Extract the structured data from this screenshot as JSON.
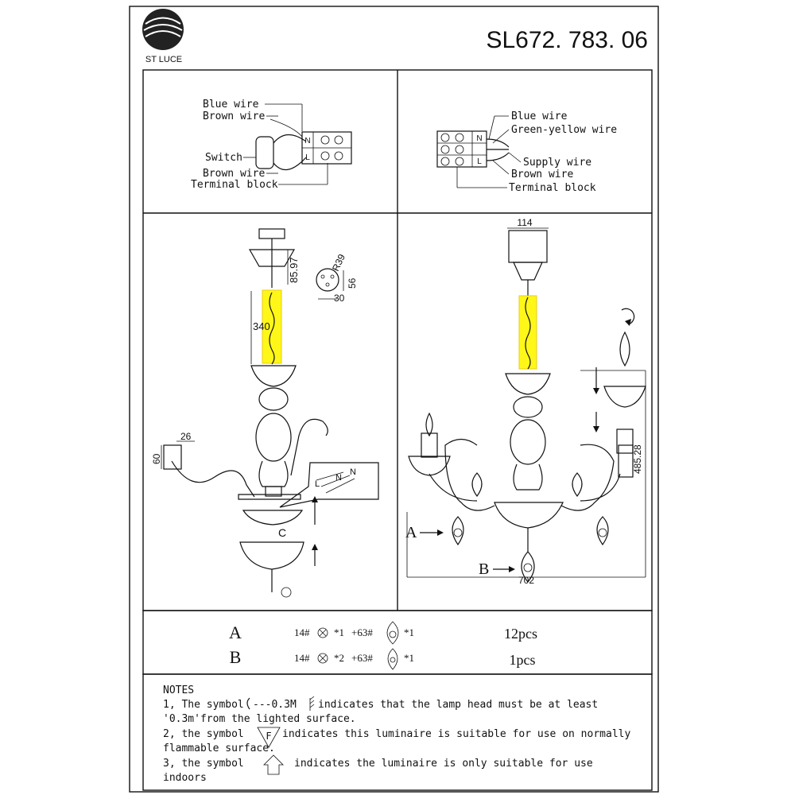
{
  "header": {
    "brand": "ST LUCE",
    "model": "SL672. 783. 06"
  },
  "wiring_left": {
    "labels": [
      "Blue wire",
      "Brown wire",
      "Switch",
      "Brown wire",
      "Terminal block"
    ],
    "block_top": "N",
    "block_bottom": "L"
  },
  "wiring_right": {
    "labels": [
      "Blue wire",
      "Green-yellow wire",
      "Supply wire",
      "Brown wire",
      "Terminal block"
    ],
    "block_top": "N",
    "block_bottom": "L"
  },
  "left_drawing": {
    "dims": [
      "85.97",
      "R39",
      "56",
      "30",
      "340",
      "26",
      "60"
    ],
    "wire_labels": [
      "L",
      "N",
      "N"
    ]
  },
  "right_drawing": {
    "dims": [
      "114",
      "485.28",
      "702"
    ],
    "markers": [
      "A",
      "B"
    ]
  },
  "parts_table": {
    "rows": [
      {
        "key": "A",
        "spec_a": "14#",
        "mult_a": "*1",
        "spec_b": "+63#",
        "mult_b": "*1",
        "qty": "12pcs"
      },
      {
        "key": "B",
        "spec_a": "14#",
        "mult_a": "*2",
        "spec_b": "+63#",
        "mult_b": "*1",
        "qty": "1pcs"
      }
    ]
  },
  "notes": {
    "title": "NOTES",
    "n1_a": "1, The symbol",
    "n1_sym": "---0.3M",
    "n1_b": "indicates that the lamp head must be at least",
    "n1_c": "'0.3m'from the lighted surface.",
    "n2_a": "2, the symbol",
    "n2_sym": "F",
    "n2_b": "indicates  this luminaire is suitable for use on normally",
    "n2_c": "flammable surface.",
    "n3_a": "3, the symbol",
    "n3_b": "indicates the luminaire is only suitable for use",
    "n3_c": "indoors"
  },
  "colors": {
    "chain_highlight": "#fff700",
    "line": "#111111"
  }
}
